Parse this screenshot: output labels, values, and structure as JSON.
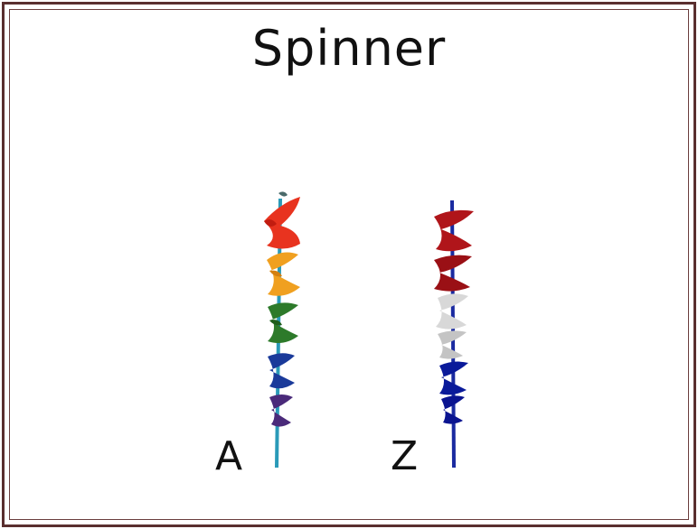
{
  "title": "Spinner",
  "spinners": [
    {
      "label": "A",
      "colors": [
        "#e8331f",
        "#f0a020",
        "#2d7a2a",
        "#1a3a9a",
        "#4a2a7a"
      ],
      "pole_color": "#2a9ab8",
      "icon": "rainbow-spiral-spinner"
    },
    {
      "label": "Z",
      "colors": [
        "#b0151a",
        "#d8d8d8",
        "#0a1a9a"
      ],
      "pole_color": "#1a2aa0",
      "icon": "red-white-blue-spiral-spinner"
    }
  ]
}
